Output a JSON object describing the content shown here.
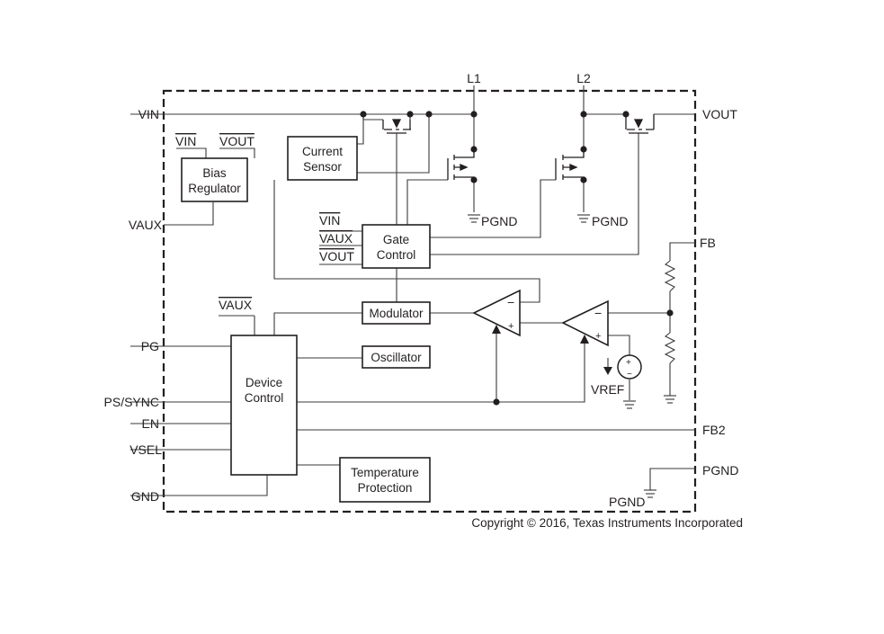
{
  "pins": {
    "vin": "VIN",
    "vaux": "VAUX",
    "pg": "PG",
    "ps_sync": "PS/SYNC",
    "en": "EN",
    "vsel": "VSEL",
    "gnd": "GND",
    "l1": "L1",
    "l2": "L2",
    "vout": "VOUT",
    "fb": "FB",
    "fb2": "FB2",
    "pgnd": "PGND"
  },
  "blocks": {
    "bias_regulator": [
      "Bias",
      "Regulator"
    ],
    "current_sensor": [
      "Current",
      "Sensor"
    ],
    "gate_control": [
      "Gate",
      "Control"
    ],
    "modulator": "Modulator",
    "oscillator": "Oscillator",
    "device_control": [
      "Device",
      "Control"
    ],
    "temperature_protection": [
      "Temperature",
      "Protection"
    ]
  },
  "internal_labels": {
    "bias_vin": "VIN",
    "bias_vout": "VOUT",
    "device_vaux": "VAUX",
    "gate_vin": "VIN",
    "gate_vaux": "VAUX",
    "gate_vout": "VOUT",
    "pgnd_l1": "PGND",
    "pgnd_l2": "PGND",
    "pgnd_out": "PGND",
    "vref": "VREF",
    "plus": "+",
    "minus": "−"
  },
  "copyright": "Copyright © 2016, Texas Instruments Incorporated"
}
